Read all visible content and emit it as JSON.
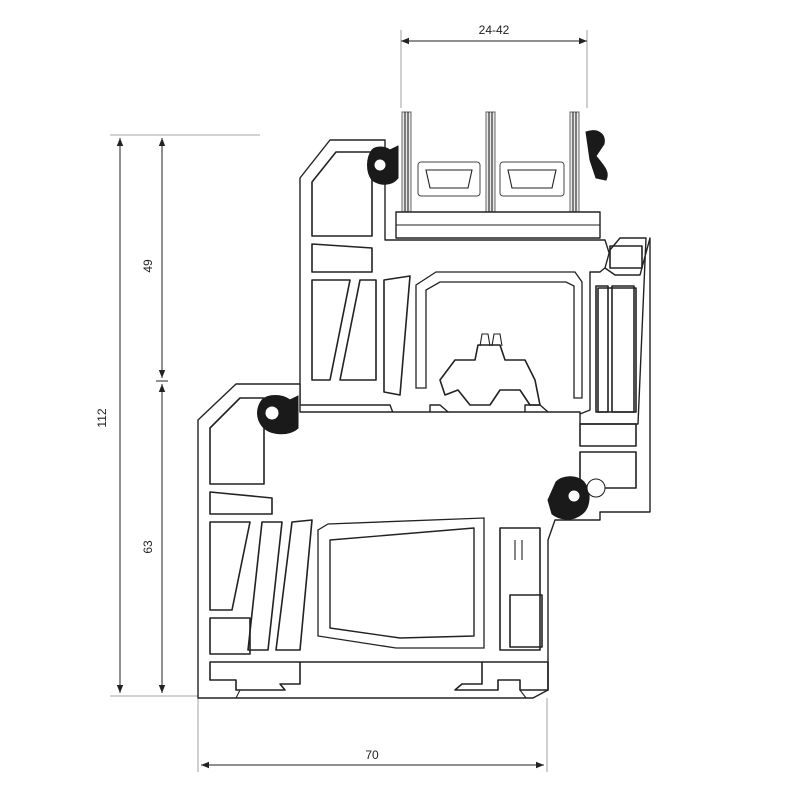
{
  "drawing": {
    "dimensions": {
      "glazing_thickness": "24-42",
      "total_height": "112",
      "sash_height": "49",
      "frame_height": "63",
      "frame_depth": "70"
    }
  }
}
